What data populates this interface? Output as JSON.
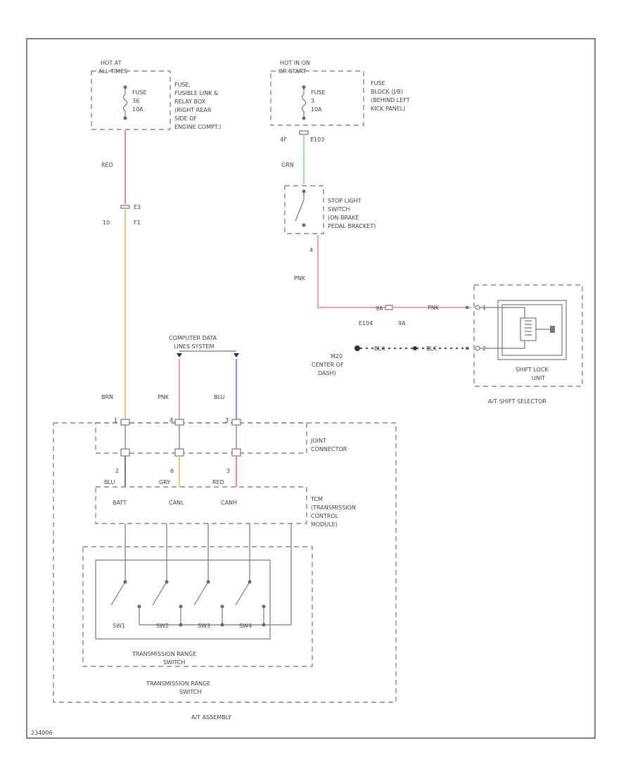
{
  "fuse1": {
    "hot_line1": "HOT AT",
    "hot_line2": "ALL TIMES",
    "fuse_lines": [
      "FUSE",
      "36",
      "10A"
    ],
    "loc_lines": [
      "FUSE,",
      "FUSIBLE LINK &",
      "RELAY BOX",
      "(RIGHT REAR",
      "SIDE OF",
      "ENGINE COMPT.)"
    ]
  },
  "fuse2": {
    "hot_line1": "HOT IN ON",
    "hot_line2": "OR START",
    "fuse_lines": [
      "FUSE",
      "3",
      "10A"
    ],
    "loc_lines": [
      "FUSE",
      "BLOCK (J/B)",
      "(BEHIND LEFT",
      "KICK PANEL)"
    ]
  },
  "wires": {
    "red": "RED",
    "grn": "GRN",
    "pnk_stop": "PNK",
    "pnk_shift": "PNK",
    "brn": "BRN",
    "pnk_data": "PNK",
    "blu_data": "BLU",
    "blk1": "BLK",
    "blk2": "BLK",
    "blu_tcm": "BLU",
    "gry_tcm": "GRY",
    "red_tcm": "RED"
  },
  "connectors": {
    "e3": "E3",
    "f1": "F1",
    "f1_pin": "10",
    "e103": "E103",
    "e103_pin": "4F",
    "stop_pin": "4",
    "e104": "E104",
    "e104_pin": "9A",
    "e104_num": "9A",
    "shift_pin1": "1",
    "shift_pin2": "2",
    "joint_pins": [
      "1",
      "4",
      "3"
    ],
    "tcm_pins": [
      "2",
      "6",
      "3"
    ]
  },
  "labels": {
    "stop_switch": [
      "STOP LIGHT",
      "SWITCH",
      "(ON BRAKE",
      "PEDAL BRACKET)"
    ],
    "ground": [
      "M20",
      "CENTER OF",
      "DASH)"
    ],
    "shift_lock": [
      "SHIFT LOCK",
      "UNIT"
    ],
    "shift_selector": "A/T SHIFT SELECTOR",
    "data_lines": [
      "COMPUTER DATA",
      "LINES SYSTEM"
    ],
    "joint_connector": [
      "JOINT",
      "CONNECTOR"
    ],
    "tcm": [
      "TCM",
      "(TRANSMISSION",
      "CONTROL",
      "MODULE)"
    ],
    "batt": "BATT",
    "canl": "CANL",
    "canh": "CANH",
    "sw": [
      "SW1",
      "SW2",
      "SW3",
      "SW4"
    ],
    "range_inner": [
      "TRANSMISSION RANGE",
      "SWITCH"
    ],
    "range_outer": [
      "TRANSMISSION RANGE",
      "SWITCH"
    ],
    "assembly": "A/T ASSEMBLY",
    "code": "234006"
  },
  "colors": {
    "red_wire": "#f28a8a",
    "tan_wire": "#dcc888",
    "green_wire": "#9ee49e",
    "pink_wire": "#f3a0b2",
    "blue_wire": "#8d8ff0"
  }
}
